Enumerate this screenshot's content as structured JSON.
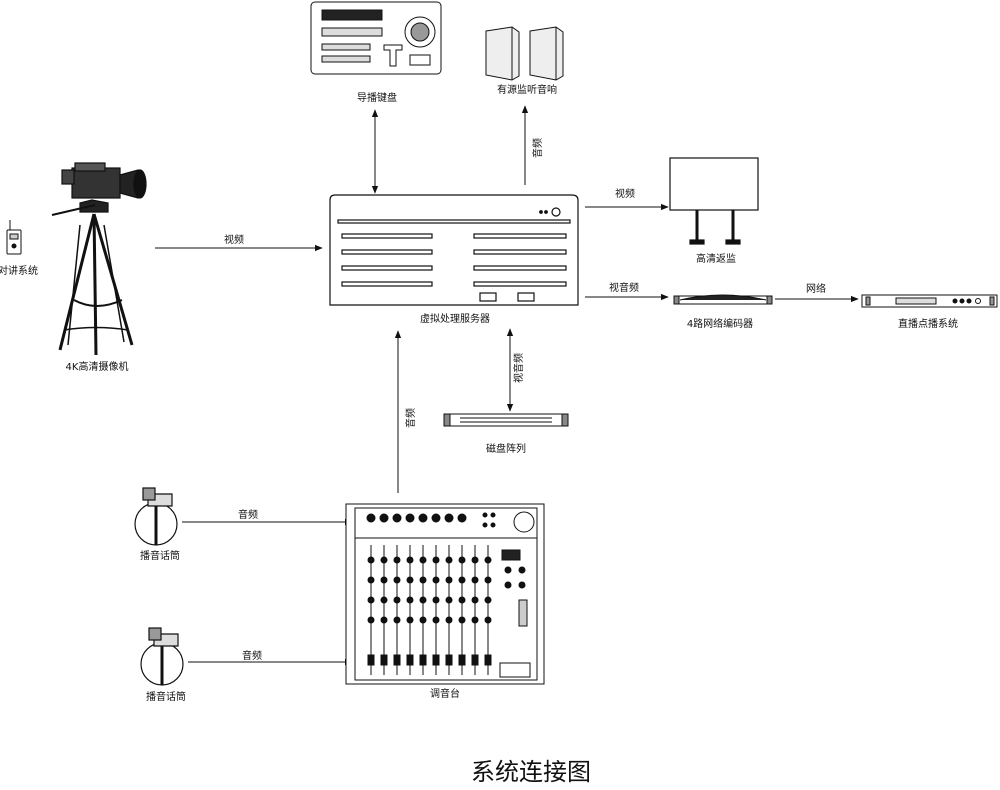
{
  "title": "系统连接图",
  "devices": {
    "intercom": "对讲系统",
    "camera": "4K高清摄像机",
    "keyboard": "导播键盘",
    "speakers": "有源监听音响",
    "server": "虚拟处理服务器",
    "monitor": "高清返监",
    "encoder": "4路网络编码器",
    "streaming": "直播点播系统",
    "disk": "磁盘阵列",
    "mic1": "播音话筒",
    "mic2": "播音话筒",
    "mixer": "调音台"
  },
  "links": {
    "camera_server": "视频",
    "speakers_server": "音频",
    "server_monitor": "视频",
    "server_encoder": "视音频",
    "encoder_streaming": "网络",
    "disk_server": "视音频",
    "mixer_server": "音频",
    "mic1_mixer": "音频",
    "mic2_mixer": "音频"
  }
}
